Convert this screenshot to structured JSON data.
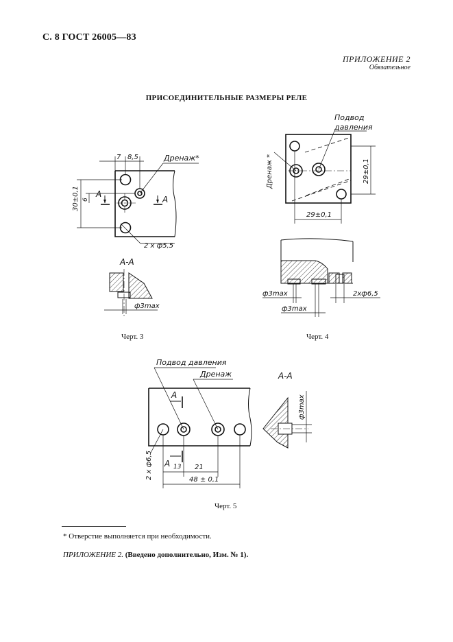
{
  "header": {
    "left": "С. 8 ГОСТ 26005—83",
    "appendix": "ПРИЛОЖЕНИЕ 2",
    "appendix_status": "Обязательное"
  },
  "title": "ПРИСОЕДИНИТЕЛЬНЫЕ РАЗМЕРЫ РЕЛЕ",
  "drawings": {
    "fig3": {
      "caption": "Черт. 3",
      "dim_7": "7",
      "dim_85": "8,5",
      "drain": "Дренаж*",
      "dim_30": "30±0,1",
      "dim_6": "6",
      "holes": "2 x ф5,5",
      "sec_a1": "А",
      "sec_a2": "А",
      "section_title": "А-А",
      "dim_3max": "ф3max"
    },
    "fig4": {
      "caption": "Черт. 4",
      "supply_1": "Подвод",
      "supply_2": "давления",
      "drain": "Дренаж *",
      "dim_29v": "29±0,1",
      "dim_29h": "29±0,1",
      "dim_3max_a": "ф3max",
      "dim_3max_b": "ф3max",
      "holes": "2xф6,5"
    },
    "fig5": {
      "caption": "Черт. 5",
      "supply": "Подвод давления",
      "drain": "Дренаж",
      "sec_a1": "А",
      "sec_a2": "А",
      "dim_13": "13",
      "dim_21": "21",
      "dim_48": "48 ± 0,1",
      "holes": "2 x ф6,5",
      "section_title": "А-А",
      "dim_3max": "ф3max"
    }
  },
  "footnote": "* Отверстие выполняется при необходимости.",
  "amendment": {
    "label": "ПРИЛОЖЕНИЕ 2.",
    "text": "(Введено дополнительно, Изм. № 1)."
  }
}
